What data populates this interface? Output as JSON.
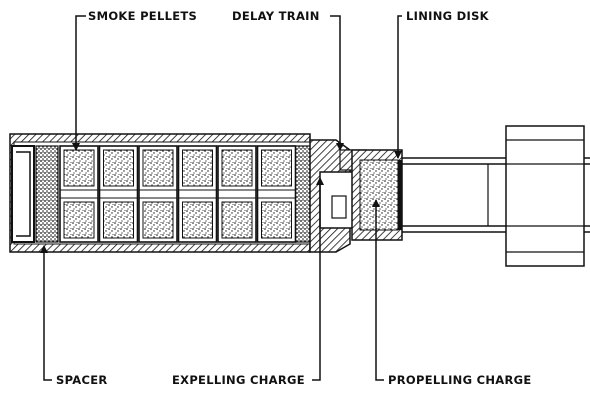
{
  "labels": {
    "smoke_pellets": "SMOKE PELLETS",
    "delay_train": "DELAY TRAIN",
    "lining_disk": "LINING DISK",
    "spacer": "SPACER",
    "expelling_charge": "EXPELLING CHARGE",
    "propelling_charge": "PROPELLING CHARGE"
  },
  "pellet_count": 6
}
